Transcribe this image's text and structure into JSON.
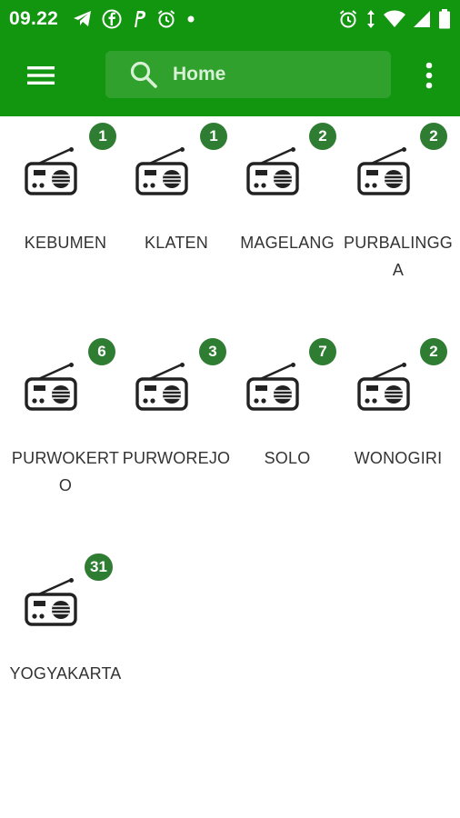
{
  "status_bar": {
    "time": "09.22",
    "left_icons": [
      "telegram-icon",
      "facebook-icon",
      "parking-icon",
      "alarm-icon",
      "dot-icon"
    ],
    "right_icons": [
      "alarm-icon",
      "data-arrows-icon",
      "wifi-icon",
      "signal-icon",
      "battery-icon"
    ]
  },
  "app_bar": {
    "search_text": "Home",
    "menu_icon": "hamburger-menu-icon",
    "overflow_icon": "more-vert-icon",
    "color": "#12960f"
  },
  "cities": [
    {
      "name": "KEBUMEN",
      "count": "1"
    },
    {
      "name": "KLATEN",
      "count": "1"
    },
    {
      "name": "MAGELANG",
      "count": "2"
    },
    {
      "name": "PURBALINGGA",
      "count": "2"
    },
    {
      "name": "PURWOKERTO",
      "count": "6"
    },
    {
      "name": "PURWOREJO",
      "count": "3"
    },
    {
      "name": "SOLO",
      "count": "7"
    },
    {
      "name": "WONOGIRI",
      "count": "2"
    },
    {
      "name": "YOGYAKARTA",
      "count": "31"
    }
  ],
  "colors": {
    "badge": "#2e7d32",
    "label": "#333333"
  }
}
